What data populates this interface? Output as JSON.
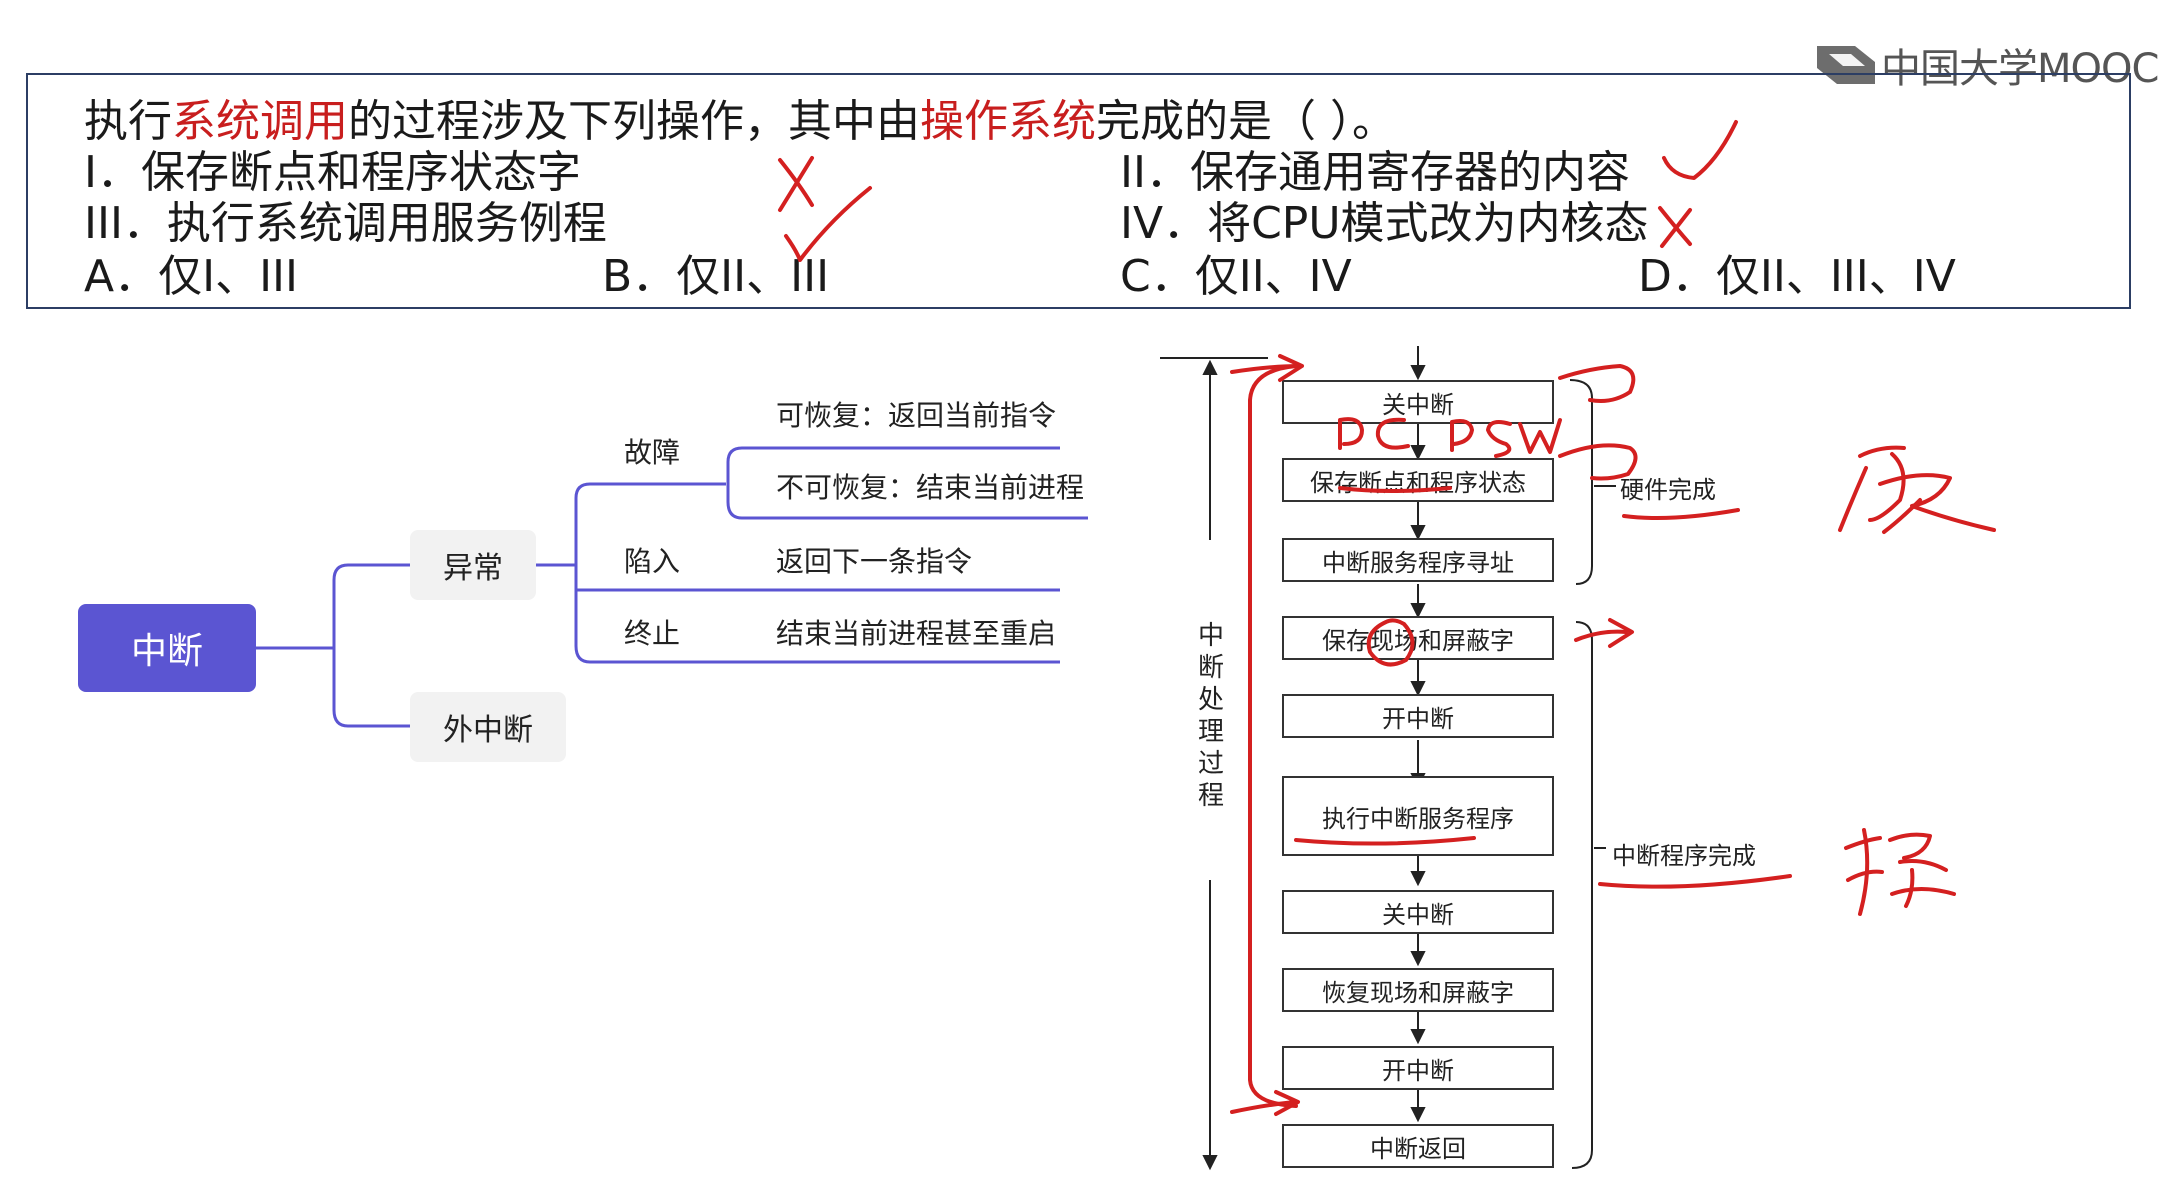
{
  "logo": {
    "text": "中国大学MOOC"
  },
  "question": {
    "stem_part1": "执行",
    "stem_hl1": "系统调用",
    "stem_part2": "的过程涉及下列操作，其中由",
    "stem_hl2": "操作系统",
    "stem_part3": "完成的是（   ）。",
    "item1": "I．保存断点和程序状态字",
    "item2": "II．保存通用寄存器的内容",
    "item3": "III．执行系统调用服务例程",
    "item4": "IV．将CPU模式改为内核态",
    "optA": "A．仅I、III",
    "optB": "B．仅II、III",
    "optC": "C．仅II、IV",
    "optD": "D．仅II、III、IV",
    "accent_color": "#c81e1e"
  },
  "mindmap": {
    "root": "中断",
    "exception": "异常",
    "external": "外中断",
    "fault": "故障",
    "fault_recoverable": "可恢复：返回当前指令",
    "fault_unrecoverable": "不可恢复：结束当前进程",
    "trap": "陷入",
    "trap_desc": "返回下一条指令",
    "abort": "终止",
    "abort_desc": "结束当前进程甚至重启",
    "root_color": "#5b55d2",
    "line_color": "#5b55d2"
  },
  "flow": {
    "steps": [
      "关中断",
      "保存断点和程序状态",
      "中断服务程序寻址",
      "保存现场和屏蔽字",
      "开中断",
      "执行中断服务程序",
      "关中断",
      "恢复现场和屏蔽字",
      "开中断",
      "中断返回"
    ],
    "vertical_label": "中断处理过程",
    "hardware_label": "硬件完成",
    "software_label": "中断程序完成"
  },
  "annotations": {
    "handwritten_pc": "PC",
    "handwritten_psw": "PSW",
    "handwritten_hard": "硬",
    "handwritten_os": "操",
    "ink_color": "#d42020"
  }
}
